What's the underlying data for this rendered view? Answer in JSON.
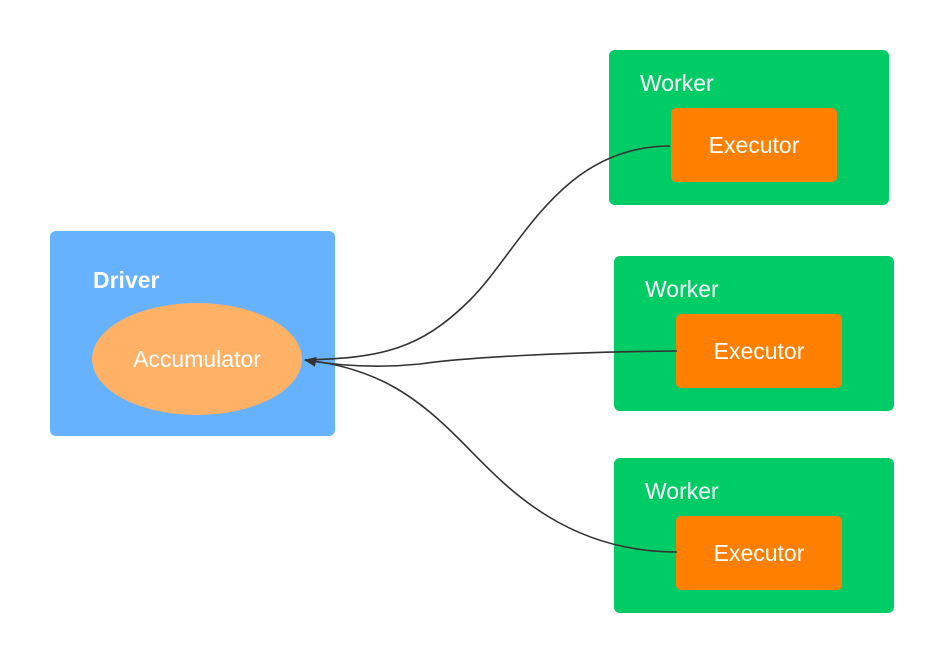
{
  "colors": {
    "driver": "#66b2ff",
    "accumulator": "#ffb266",
    "worker": "#00cc66",
    "executor": "#ff8000",
    "connector": "#333333"
  },
  "driver": {
    "title": "Driver",
    "accumulator_label": "Accumulator"
  },
  "workers": [
    {
      "title": "Worker",
      "executor_label": "Executor"
    },
    {
      "title": "Worker",
      "executor_label": "Executor"
    },
    {
      "title": "Worker",
      "executor_label": "Executor"
    }
  ]
}
